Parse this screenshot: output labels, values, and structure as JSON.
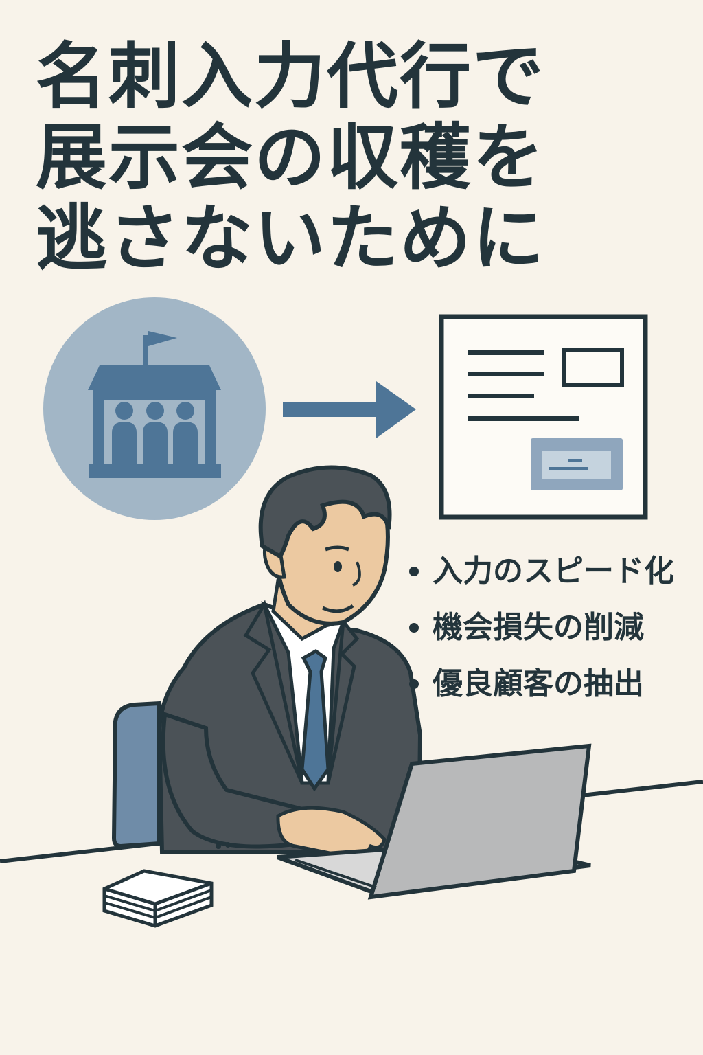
{
  "title": {
    "lines": [
      "名刺入力代行で",
      "展示会の収穫を",
      "逃さないために"
    ]
  },
  "benefits": [
    "入力のスピード化",
    "機会損失の削減",
    "優良顧客の抽出"
  ],
  "colors": {
    "background": "#f8f3ea",
    "ink": "#23343b",
    "accent_blue": "#4e7597",
    "circle": "#a2b6c6",
    "suit": "#4b5257",
    "skin": "#ecc9a1",
    "laptop": "#b8b9ba"
  },
  "icons": [
    "exhibition-hall-icon",
    "arrow-right-icon",
    "business-card-document-icon",
    "business-card-stack-icon"
  ]
}
